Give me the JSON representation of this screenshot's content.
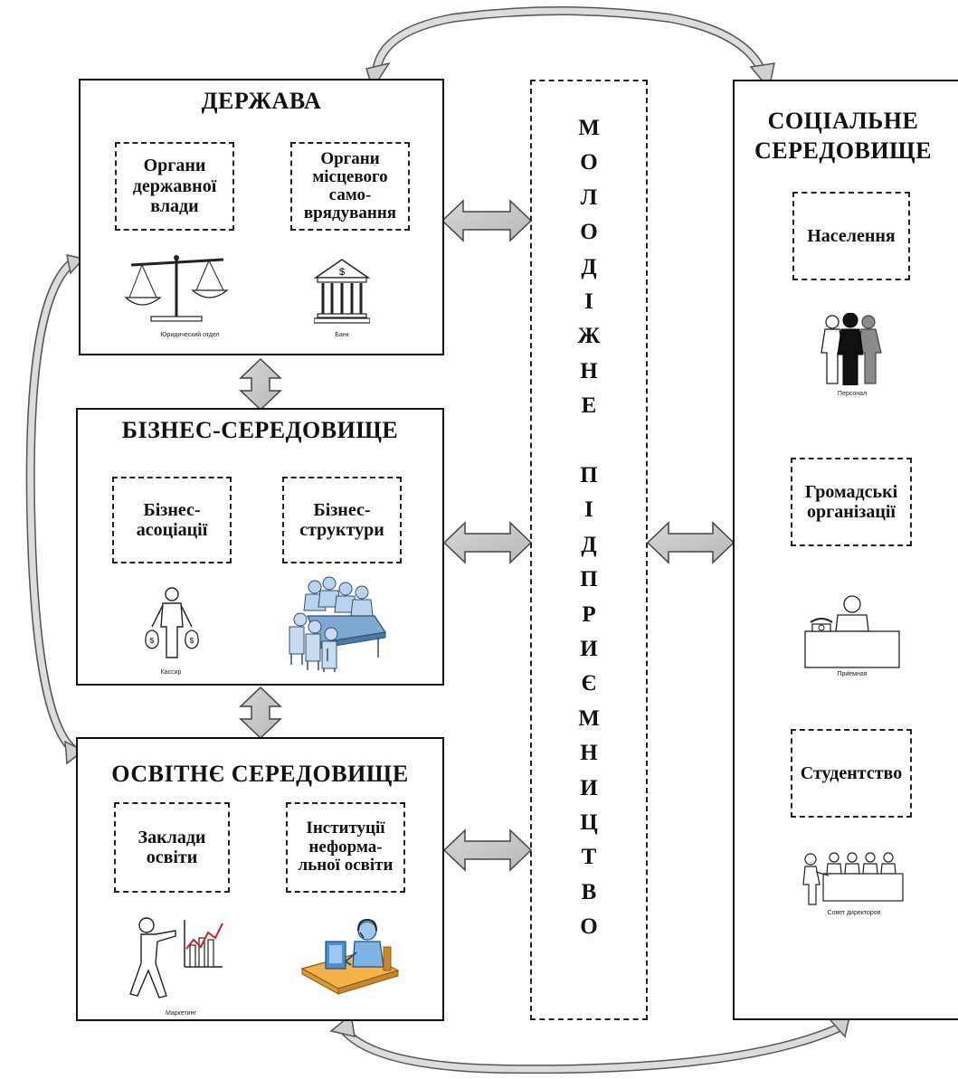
{
  "state": {
    "title": "ДЕРЖАВА",
    "units": [
      "Органи державної влади",
      "Органи місцевого само-врядування"
    ],
    "unit_lines": [
      [
        "Органи",
        "державної",
        "влади"
      ],
      [
        "Органи",
        "місцевого",
        "само-",
        "врядування"
      ]
    ],
    "captions": [
      "Юридический отдел",
      "Банк"
    ]
  },
  "business": {
    "title": "БІЗНЕС-СЕРЕДОВИЩЕ",
    "units": [
      "Бізнес-асоціації",
      "Бізнес-структури"
    ],
    "unit_lines": [
      [
        "Бізнес-",
        "асоціації"
      ],
      [
        "Бізнес-",
        "структури"
      ]
    ],
    "captions": [
      "Кассир"
    ]
  },
  "education": {
    "title": "ОСВІТНЄ СЕРЕДОВИЩЕ",
    "units": [
      "Заклади освіти",
      "Інституції неформальної освіти"
    ],
    "unit_lines": [
      [
        "Заклади",
        "освіти"
      ],
      [
        "Інституції",
        "неформа-",
        "льної освіти"
      ]
    ],
    "captions": [
      "Маркетинг"
    ]
  },
  "center": {
    "letters": [
      "М",
      "О",
      "Л",
      "О",
      "Д",
      "І",
      "Ж",
      "Н",
      "Е",
      "",
      "П",
      "І",
      "Д",
      "П",
      "Р",
      "И",
      "Є",
      "М",
      "Н",
      "И",
      "Ц",
      "Т",
      "В",
      "О"
    ]
  },
  "social": {
    "title_lines": [
      "СОЦІАЛЬНЕ",
      "СЕРЕДОВИЩЕ"
    ],
    "units": [
      "Населення",
      "Громадські організації",
      "Студентство"
    ],
    "unit_lines": [
      [
        "Населення"
      ],
      [
        "Громадські",
        "організації"
      ],
      [
        "Студентство"
      ]
    ],
    "captions": [
      "Персонал",
      "Приемная",
      "Совет директоров"
    ]
  }
}
